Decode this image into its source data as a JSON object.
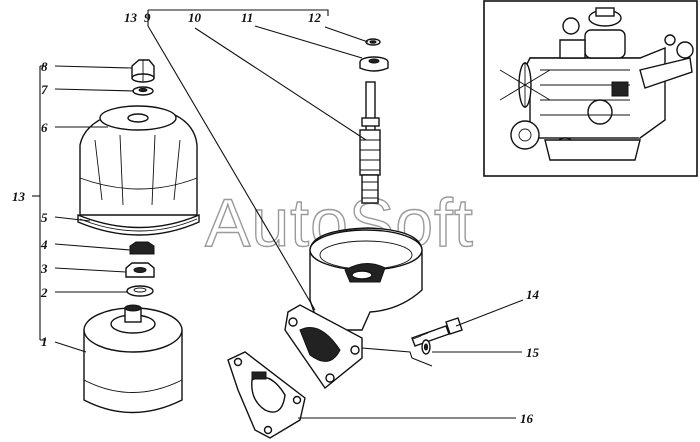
{
  "watermark": "AutoSoft",
  "labels": {
    "l1": "1",
    "l2": "2",
    "l3": "3",
    "l4": "4",
    "l5": "5",
    "l6": "6",
    "l7": "7",
    "l8": "8",
    "l9": "9",
    "l10": "10",
    "l11": "11",
    "l12": "12",
    "l13_top": "13",
    "l13_side": "13",
    "l14": "14",
    "l15": "15",
    "l16": "16"
  }
}
